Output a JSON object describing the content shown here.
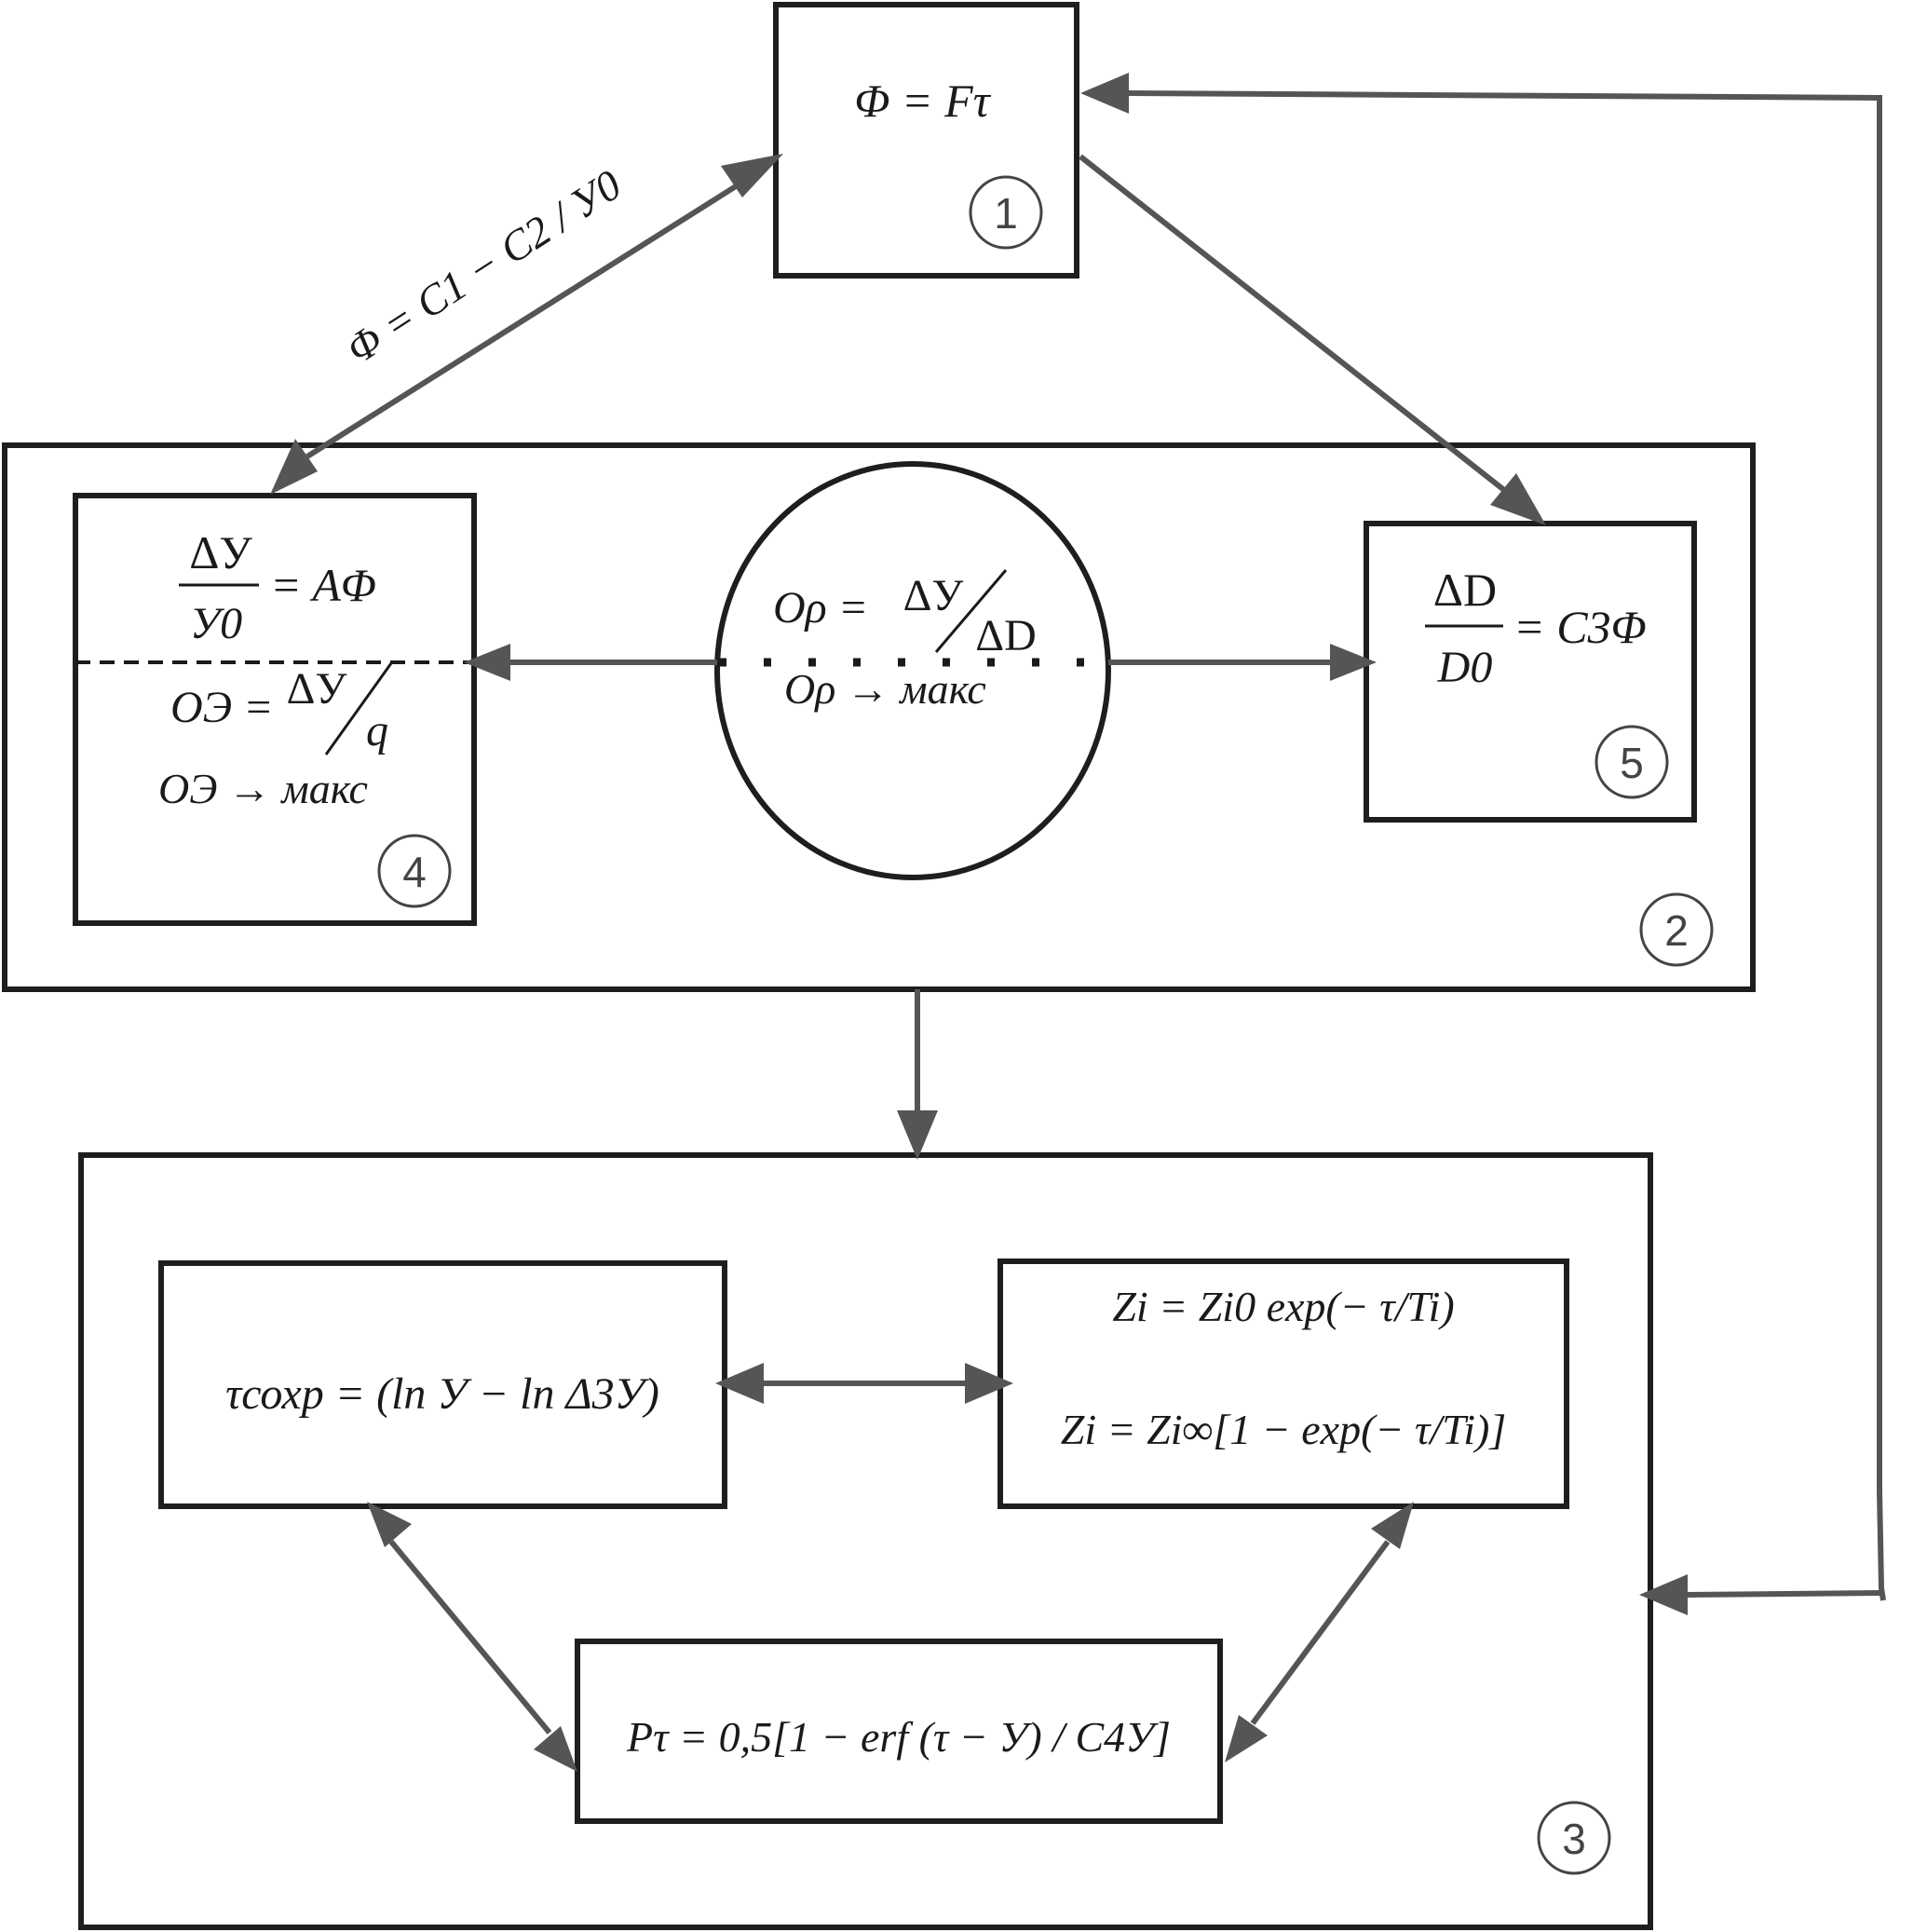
{
  "box1": {
    "formula": "Φ = Fτ",
    "number": "1"
  },
  "link_1_4": {
    "formula": "Φ = C1 − C2 / У0"
  },
  "box2": {
    "number": "2"
  },
  "box4": {
    "frac_num": "ΔУ",
    "frac_den": "У0",
    "rhs": "= AΦ",
    "oe_left": "OЭ =",
    "oe_num": "ΔУ",
    "oe_den": "q",
    "oe_max": "OЭ → макс",
    "number": "4"
  },
  "circle": {
    "orho_left": "Oρ =",
    "orho_num": "ΔУ",
    "orho_den": "ΔD",
    "orho_max": "Oρ → макс"
  },
  "box5": {
    "frac_num": "ΔD",
    "frac_den": "D0",
    "rhs": "= C3Φ",
    "number": "5"
  },
  "box3": {
    "number": "3"
  },
  "box_tau": {
    "formula": "τсохр = (ln У − ln Δ3У)"
  },
  "box_z": {
    "line1": "Zi = Zi0 exp(− τ/Ti)",
    "line2": "Zi = Zi∞[1 − exp(− τ/Ti)]"
  },
  "box_p": {
    "formula": "Pτ = 0,5[1 − erf (τ − У) / C4У]"
  }
}
